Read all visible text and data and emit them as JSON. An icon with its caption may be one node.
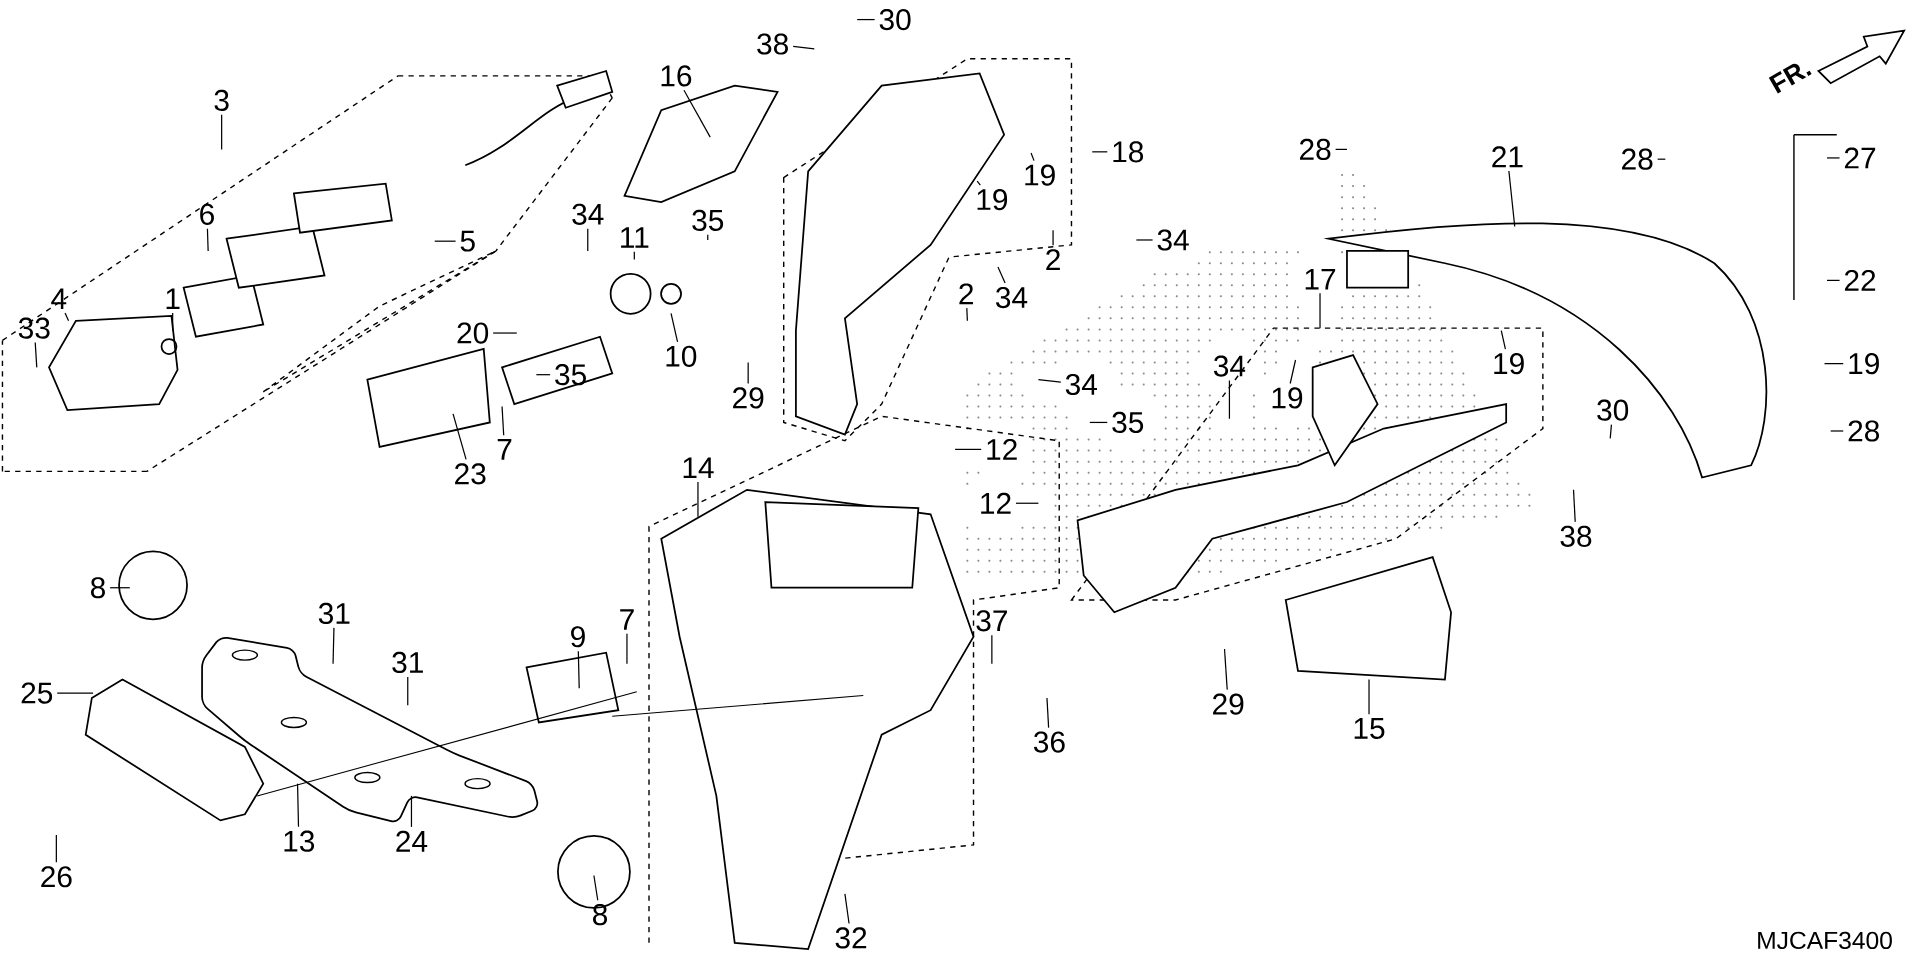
{
  "diagram": {
    "nodes": [
      {
        "text": [
          "30"
        ]
      },
      {
        "text": [
          "38"
        ]
      },
      {
        "text": [
          "16"
        ]
      },
      {
        "text": [
          "3"
        ]
      },
      {
        "text": [
          "18"
        ]
      },
      {
        "text": [
          "28"
        ]
      },
      {
        "text": [
          "21"
        ]
      },
      {
        "text": [
          "28"
        ]
      },
      {
        "text": [
          "27"
        ]
      },
      {
        "text": [
          "19"
        ]
      },
      {
        "text": [
          "19"
        ]
      },
      {
        "text": [
          "34"
        ]
      },
      {
        "text": [
          "35"
        ]
      },
      {
        "text": [
          "6"
        ]
      },
      {
        "text": [
          "11"
        ]
      },
      {
        "text": [
          "34"
        ]
      },
      {
        "text": [
          "5"
        ]
      },
      {
        "text": [
          "17"
        ]
      },
      {
        "text": [
          "22"
        ]
      },
      {
        "text": [
          "2"
        ]
      },
      {
        "text": [
          "4"
        ]
      },
      {
        "text": [
          "1"
        ]
      },
      {
        "text": [
          "34"
        ]
      },
      {
        "text": [
          "2"
        ]
      },
      {
        "text": [
          "34"
        ]
      },
      {
        "text": [
          "19"
        ]
      },
      {
        "text": [
          "33"
        ]
      },
      {
        "text": [
          "20"
        ]
      },
      {
        "text": [
          "10"
        ]
      },
      {
        "text": [
          "29"
        ]
      },
      {
        "text": [
          "35"
        ]
      },
      {
        "text": [
          "34"
        ]
      },
      {
        "text": [
          "19"
        ]
      },
      {
        "text": [
          "19"
        ]
      },
      {
        "text": [
          "30"
        ]
      },
      {
        "text": [
          "35"
        ]
      },
      {
        "text": [
          "12"
        ]
      },
      {
        "text": [
          "7"
        ]
      },
      {
        "text": [
          "23"
        ]
      },
      {
        "text": [
          "28"
        ]
      },
      {
        "text": [
          "14"
        ]
      },
      {
        "text": [
          "12"
        ]
      },
      {
        "text": [
          "38"
        ]
      },
      {
        "text": [
          "8"
        ]
      },
      {
        "text": [
          "31"
        ]
      },
      {
        "text": [
          "9"
        ]
      },
      {
        "text": [
          "7"
        ]
      },
      {
        "text": [
          "37"
        ]
      },
      {
        "text": [
          "31"
        ]
      },
      {
        "text": [
          "25"
        ]
      },
      {
        "text": [
          "29"
        ]
      },
      {
        "text": [
          "36"
        ]
      },
      {
        "text": [
          "15"
        ]
      },
      {
        "text": [
          "13"
        ]
      },
      {
        "text": [
          "24"
        ]
      },
      {
        "text": [
          "26"
        ]
      },
      {
        "text": [
          "8"
        ]
      },
      {
        "text": [
          "32"
        ]
      }
    ],
    "edges": [
      {
        "from": 0,
        "to": null,
        "arrow": "none"
      },
      {
        "from": 1,
        "to": null,
        "arrow": "none"
      },
      {
        "from": 2,
        "to": null,
        "arrow": "none"
      },
      {
        "from": 3,
        "to": null,
        "arrow": "none"
      },
      {
        "from": 4,
        "to": null,
        "arrow": "none"
      },
      {
        "from": 5,
        "to": null,
        "arrow": "none"
      },
      {
        "from": 6,
        "to": null,
        "arrow": "none"
      },
      {
        "from": 7,
        "to": null,
        "arrow": "none"
      },
      {
        "from": 8,
        "to": null,
        "arrow": "none"
      },
      {
        "from": 9,
        "to": null,
        "arrow": "none"
      },
      {
        "from": 10,
        "to": null,
        "arrow": "none"
      },
      {
        "from": 11,
        "to": null,
        "arrow": "none"
      },
      {
        "from": 12,
        "to": null,
        "arrow": "none"
      },
      {
        "from": 13,
        "to": null,
        "arrow": "none"
      },
      {
        "from": 14,
        "to": null,
        "arrow": "none"
      },
      {
        "from": 15,
        "to": null,
        "arrow": "none"
      },
      {
        "from": 16,
        "to": null,
        "arrow": "none"
      },
      {
        "from": 17,
        "to": null,
        "arrow": "none"
      },
      {
        "from": 18,
        "to": null,
        "arrow": "none"
      },
      {
        "from": 19,
        "to": null,
        "arrow": "none"
      },
      {
        "from": 20,
        "to": null,
        "arrow": "none"
      },
      {
        "from": 21,
        "to": null,
        "arrow": "none"
      },
      {
        "from": 22,
        "to": null,
        "arrow": "none"
      },
      {
        "from": 23,
        "to": null,
        "arrow": "none"
      },
      {
        "from": 24,
        "to": null,
        "arrow": "none"
      },
      {
        "from": 25,
        "to": null,
        "arrow": "none"
      },
      {
        "from": 26,
        "to": null,
        "arrow": "none"
      },
      {
        "from": 27,
        "to": null,
        "arrow": "none"
      },
      {
        "from": 28,
        "to": null,
        "arrow": "none"
      },
      {
        "from": 29,
        "to": null,
        "arrow": "none"
      },
      {
        "from": 30,
        "to": null,
        "arrow": "none"
      },
      {
        "from": 31,
        "to": null,
        "arrow": "none"
      },
      {
        "from": 32,
        "to": null,
        "arrow": "none"
      },
      {
        "from": 33,
        "to": null,
        "arrow": "none"
      },
      {
        "from": 34,
        "to": null,
        "arrow": "none"
      },
      {
        "from": 35,
        "to": null,
        "arrow": "none"
      },
      {
        "from": 36,
        "to": null,
        "arrow": "none"
      },
      {
        "from": 37,
        "to": null,
        "arrow": "none"
      },
      {
        "from": 38,
        "to": null,
        "arrow": "none"
      },
      {
        "from": 39,
        "to": null,
        "arrow": "none"
      },
      {
        "from": 40,
        "to": null,
        "arrow": "none"
      },
      {
        "from": 41,
        "to": null,
        "arrow": "none"
      },
      {
        "from": 42,
        "to": null,
        "arrow": "none"
      },
      {
        "from": 43,
        "to": null,
        "arrow": "none"
      },
      {
        "from": 44,
        "to": null,
        "arrow": "none"
      },
      {
        "from": 45,
        "to": null,
        "arrow": "none"
      },
      {
        "from": 46,
        "to": null,
        "arrow": "none"
      },
      {
        "from": 47,
        "to": null,
        "arrow": "none"
      },
      {
        "from": 48,
        "to": null,
        "arrow": "none"
      },
      {
        "from": 49,
        "to": null,
        "arrow": "none"
      },
      {
        "from": 50,
        "to": null,
        "arrow": "none"
      },
      {
        "from": 51,
        "to": null,
        "arrow": "none"
      },
      {
        "from": 52,
        "to": null,
        "arrow": "none"
      },
      {
        "from": 53,
        "to": null,
        "arrow": "none"
      },
      {
        "from": 54,
        "to": null,
        "arrow": "none"
      },
      {
        "from": 55,
        "to": null,
        "arrow": "none"
      },
      {
        "from": 56,
        "to": null,
        "arrow": "none"
      },
      {
        "from": 57,
        "to": null,
        "arrow": "none"
      }
    ],
    "labels": [
      "FR.",
      "MJCAF3400"
    ]
  }
}
